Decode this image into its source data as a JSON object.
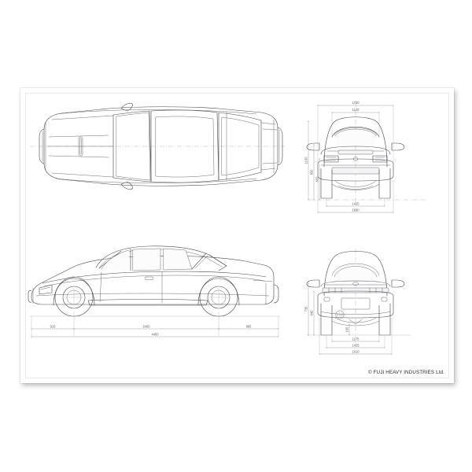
{
  "sheet": {
    "copyright": "© FUJI HEAVY INDUSTRIES Ltd.",
    "background_color": "#ffffff",
    "line_color": "#4a4a50",
    "dimension_color": "#6a6a70"
  },
  "views": {
    "top": {
      "name": "top-view",
      "label": ""
    },
    "front": {
      "name": "front-view",
      "label": ""
    },
    "side": {
      "name": "side-view",
      "label": ""
    },
    "rear": {
      "name": "rear-view",
      "label": ""
    }
  },
  "dimensions": {
    "front": {
      "overall_width": "1730",
      "cabin_width": "1120",
      "overall_height": "1160",
      "height_secondary": "930",
      "height_lower": "660",
      "track_front": "1425",
      "body_lower_width": "1690"
    },
    "side": {
      "front_overhang": "915",
      "wheelbase": "2465",
      "rear_overhang": "885",
      "overall_length": "4450"
    },
    "rear": {
      "height_upper": "735",
      "height_lower": "640",
      "ground_clearance": "165",
      "inner_width": "1175",
      "track_rear": "1425",
      "overall_width": "1610"
    }
  },
  "chart_data": {
    "type": "table",
    "title": "Subaru XT / Alcyone orthographic blueprint",
    "categories": [
      "front",
      "side",
      "rear"
    ],
    "series": [
      {
        "name": "front-view dimensions (mm)",
        "values": [
          1730,
          1120,
          1160,
          930,
          660,
          1425,
          1690
        ]
      },
      {
        "name": "side-view dimensions (mm)",
        "values": [
          915,
          2465,
          885,
          4450
        ]
      },
      {
        "name": "rear-view dimensions (mm)",
        "values": [
          735,
          640,
          165,
          1175,
          1425,
          1610
        ]
      }
    ]
  }
}
